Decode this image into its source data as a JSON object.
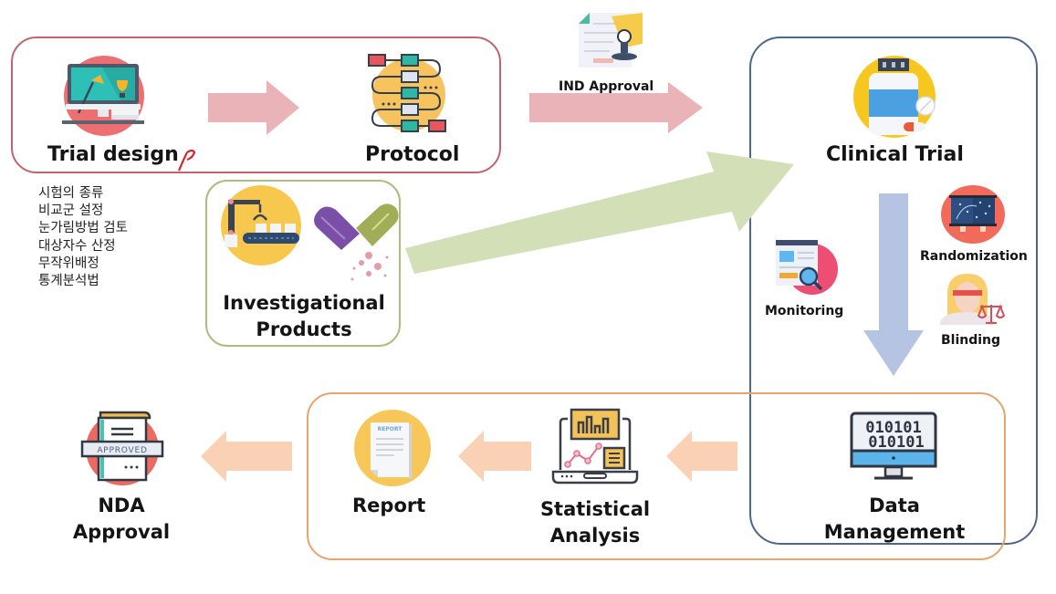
{
  "colors": {
    "design_box_border": "#c4636b",
    "investigational_box_border": "#a9bf7a",
    "clinical_box_border": "#4d6690",
    "analysis_box_border": "#e7a46b",
    "pink_arrow": "#e9b3b8",
    "green_arrow": "#d3dfb6",
    "blue_arrow": "#b4c4e2",
    "peach_arrow": "#fbd1b6"
  },
  "design_group": {
    "trial_design": {
      "label": "Trial design",
      "icon": "desk-monitor-icon"
    },
    "protocol": {
      "label": "Protocol",
      "icon": "flowchart-icon"
    },
    "trial_design_notes": [
      "시험의 종류",
      "비교군 설정",
      "눈가림방법 검토",
      "대상자수 산정",
      "무작위배정",
      "통계분석법"
    ]
  },
  "ind_approval": {
    "label": "IND Approval",
    "icon": "stamp-document-icon"
  },
  "investigational_products": {
    "label_line1": "Investigational",
    "label_line2": "Products",
    "icons": [
      "robot-arm-conveyor-icon",
      "capsule-icon"
    ]
  },
  "clinical_group": {
    "clinical_trial": {
      "label": "Clinical Trial",
      "icon": "medicine-bottle-icon"
    },
    "monitoring": {
      "label": "Monitoring",
      "icon": "magnifier-document-icon"
    },
    "randomization": {
      "label": "Randomization",
      "icon": "chalkboard-icon"
    },
    "blinding": {
      "label": "Blinding",
      "icon": "blindfold-justice-icon"
    }
  },
  "analysis_group": {
    "data_management": {
      "label_line1": "Data",
      "label_line2": "Management",
      "icon": "binary-monitor-icon",
      "binary_row1": "010101",
      "binary_row2": "010101"
    },
    "statistical_analysis": {
      "label_line1": "Statistical",
      "label_line2": "Analysis",
      "icon": "analytics-laptop-icon"
    },
    "report": {
      "label": "Report",
      "icon": "report-document-icon",
      "doc_title": "REPORT"
    }
  },
  "nda_approval": {
    "label_line1": "NDA",
    "label_line2": "Approval",
    "icon": "approved-document-icon",
    "stamp_text": "APPROVED"
  }
}
